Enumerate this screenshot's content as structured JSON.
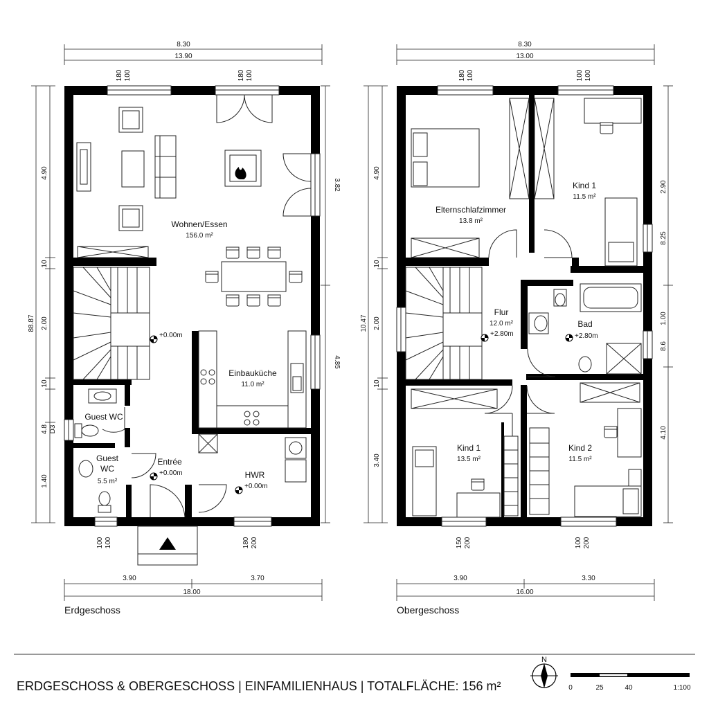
{
  "title": "ERDGESCHOSS & OBERGESCHOSS | EINFAMILIENHAUS | TOTALFLÄCHE: 156 m²",
  "north": "N",
  "scale": {
    "ticks": [
      "0",
      "25",
      "40"
    ],
    "ratio": "1:100"
  },
  "ground": {
    "name": "Erdgeschoss",
    "top_dims": [
      "8.30",
      "13.90"
    ],
    "top_windows": [
      [
        "180",
        "100"
      ],
      [
        "180",
        "100"
      ]
    ],
    "bottom_windows": [
      [
        "100",
        "100"
      ],
      [
        "180",
        "200"
      ]
    ],
    "bottom_dims": [
      "3.90",
      "3.70",
      "18.00"
    ],
    "left_dims": [
      "4.90",
      "10",
      "2.00",
      "10",
      "4.8",
      "D3",
      "1.40"
    ],
    "left_total": "88.87",
    "right_dims": [
      "3.82",
      "4.85"
    ],
    "rooms": {
      "living": "Wohnen/Essen",
      "living_area": "156.0 m²",
      "kitchen": "Einbauküche",
      "kitchen_area": "11.0 m²",
      "guestwc1": "Guest WC",
      "guestwc2a": "Guest",
      "guestwc2b": "WC",
      "guestwc2_area": "5.5 m²",
      "entree": "Entrée",
      "hwr": "HWR"
    },
    "levels": [
      "+0.00m",
      "+0.00m",
      "+0.00m"
    ]
  },
  "upper": {
    "name": "Obergeschoss",
    "top_dims": [
      "8.30",
      "13.00"
    ],
    "top_windows": [
      [
        "180",
        "100"
      ],
      [
        "100",
        "100"
      ]
    ],
    "bottom_windows": [
      [
        "150",
        "200"
      ],
      [
        "100",
        "200"
      ]
    ],
    "bottom_dims": [
      "3.90",
      "3.30",
      "16.00"
    ],
    "left_dims": [
      "4.90",
      "10",
      "2.00",
      "10",
      "3.40"
    ],
    "left_total": "10.47",
    "right_dims": [
      "2.90",
      "8.25",
      "1.00",
      "8.6",
      "4.10"
    ],
    "rooms": {
      "master": "Elternschlafzimmer",
      "master_area": "13.8 m²",
      "kind1top": "Kind 1",
      "kind1top_area": "11.5 m²",
      "flur": "Flur",
      "flur_area": "12.0 m²",
      "bad": "Bad",
      "kind1": "Kind 1",
      "kind1_area": "13.5 m²",
      "kind2": "Kind 2",
      "kind2_area": "11.5 m²"
    },
    "levels": [
      "+2.80m",
      "+2.80m"
    ]
  }
}
